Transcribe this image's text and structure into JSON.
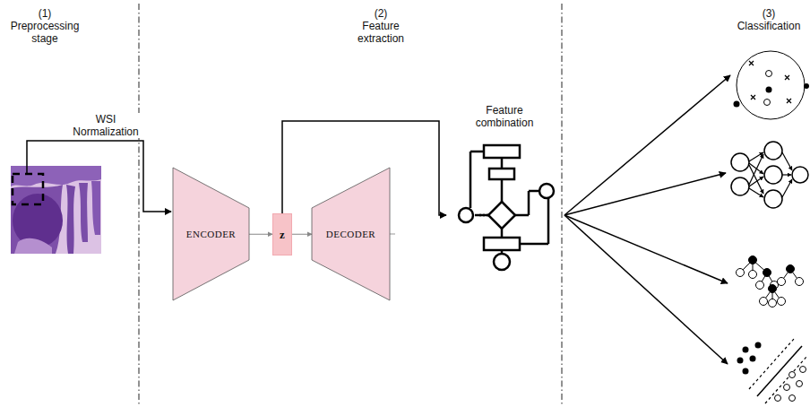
{
  "diagram": {
    "nodes": [
      {
        "text": [
          "ENCODER"
        ]
      },
      {
        "text": [
          "z"
        ]
      },
      {
        "text": [
          "DECODER"
        ]
      },
      {
        "text": [
          "Feature combination"
        ]
      }
    ],
    "edges": [
      {
        "from": 0,
        "to": 1,
        "arrow": "to"
      },
      {
        "from": 1,
        "to": 2,
        "arrow": "to"
      },
      {
        "from": 1,
        "to": 3,
        "arrow": "to"
      }
    ],
    "labels": [
      "(1)",
      "Preprocessing stage",
      "(2)",
      "Feature extraction",
      "(3)",
      "Classification",
      "WSI Normalization"
    ]
  }
}
